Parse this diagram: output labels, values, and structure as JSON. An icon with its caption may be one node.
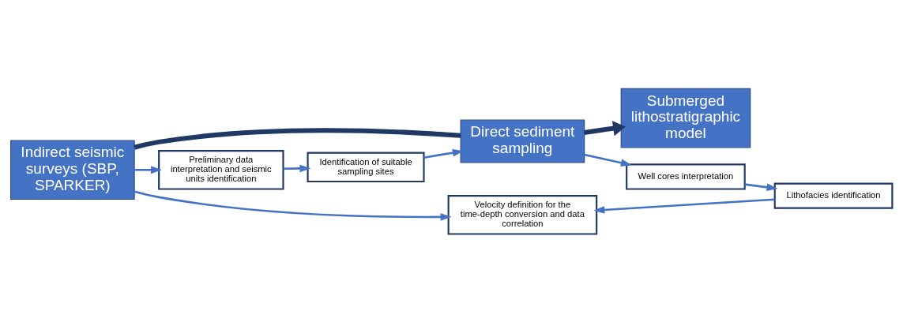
{
  "diagram": {
    "nodes": [
      {
        "text": [
          "Indirect seismic surveys (SBP, SPARKER)"
        ]
      },
      {
        "text": [
          "Direct sediment sampling"
        ]
      },
      {
        "text": [
          "Submerged lithostratigraphic model"
        ]
      },
      {
        "text": [
          "Preliminary data interpretation and seismic units identification"
        ]
      },
      {
        "text": [
          "Identification of suitable sampling sites"
        ]
      },
      {
        "text": [
          "Well cores interpretation"
        ]
      },
      {
        "text": [
          "Lithofacies identification"
        ]
      },
      {
        "text": [
          "Velocity definition for the time-depth conversion and data correlation"
        ]
      }
    ],
    "edges": [
      {
        "from": 0,
        "to": 1,
        "arrow": "none",
        "style": "thick",
        "color": "#1f3864"
      },
      {
        "from": 1,
        "to": 2,
        "arrow": "to",
        "style": "thick",
        "color": "#1f3864"
      },
      {
        "from": 0,
        "to": 3,
        "arrow": "to"
      },
      {
        "from": 0,
        "to": 7,
        "arrow": "to"
      },
      {
        "from": 3,
        "to": 4,
        "arrow": "to"
      },
      {
        "from": 4,
        "to": 1,
        "arrow": "to"
      },
      {
        "from": 1,
        "to": 5,
        "arrow": "to"
      },
      {
        "from": 5,
        "to": 6,
        "arrow": "to"
      },
      {
        "from": 6,
        "to": 7,
        "arrow": "to"
      }
    ]
  }
}
